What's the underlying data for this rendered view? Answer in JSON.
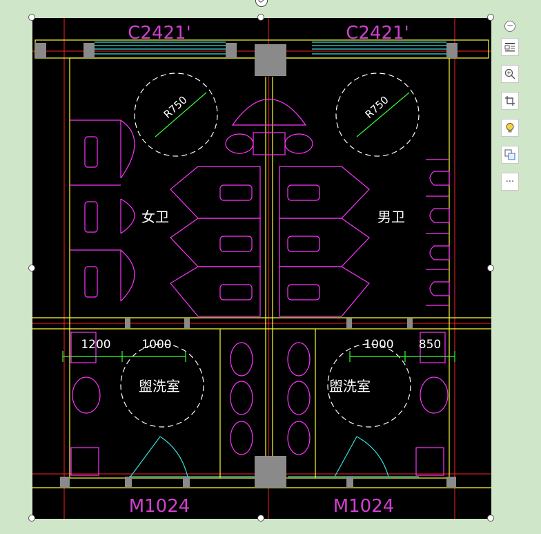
{
  "drawing": {
    "window_labels": [
      "C2421'",
      "C2421'"
    ],
    "door_labels": [
      "M1024",
      "M1024"
    ],
    "room_labels": [
      "女卫",
      "男卫",
      "盥洗室",
      "盥洗室"
    ],
    "radius_labels": [
      "R750",
      "R750"
    ],
    "dimensions": [
      "1200",
      "1000",
      "1000",
      "850"
    ]
  },
  "colors": {
    "background": "#000000",
    "wall": "#ffff33",
    "axis": "#ff2020",
    "fixture": "#ff33ff",
    "dimension": "#33ff33",
    "window": "#33e0e0",
    "circle": "#ffffff",
    "column": "#8a8a8a"
  },
  "toolbar": {
    "collapse_icon": "minus-circle-icon",
    "items": [
      {
        "name": "layout-options",
        "icon": "layout-icon"
      },
      {
        "name": "zoom-in",
        "icon": "zoom-in-icon"
      },
      {
        "name": "crop",
        "icon": "crop-icon"
      },
      {
        "name": "ideas",
        "icon": "lightbulb-icon"
      },
      {
        "name": "translate",
        "icon": "translate-icon"
      },
      {
        "name": "more",
        "icon": "more-icon",
        "label": "···"
      }
    ]
  }
}
